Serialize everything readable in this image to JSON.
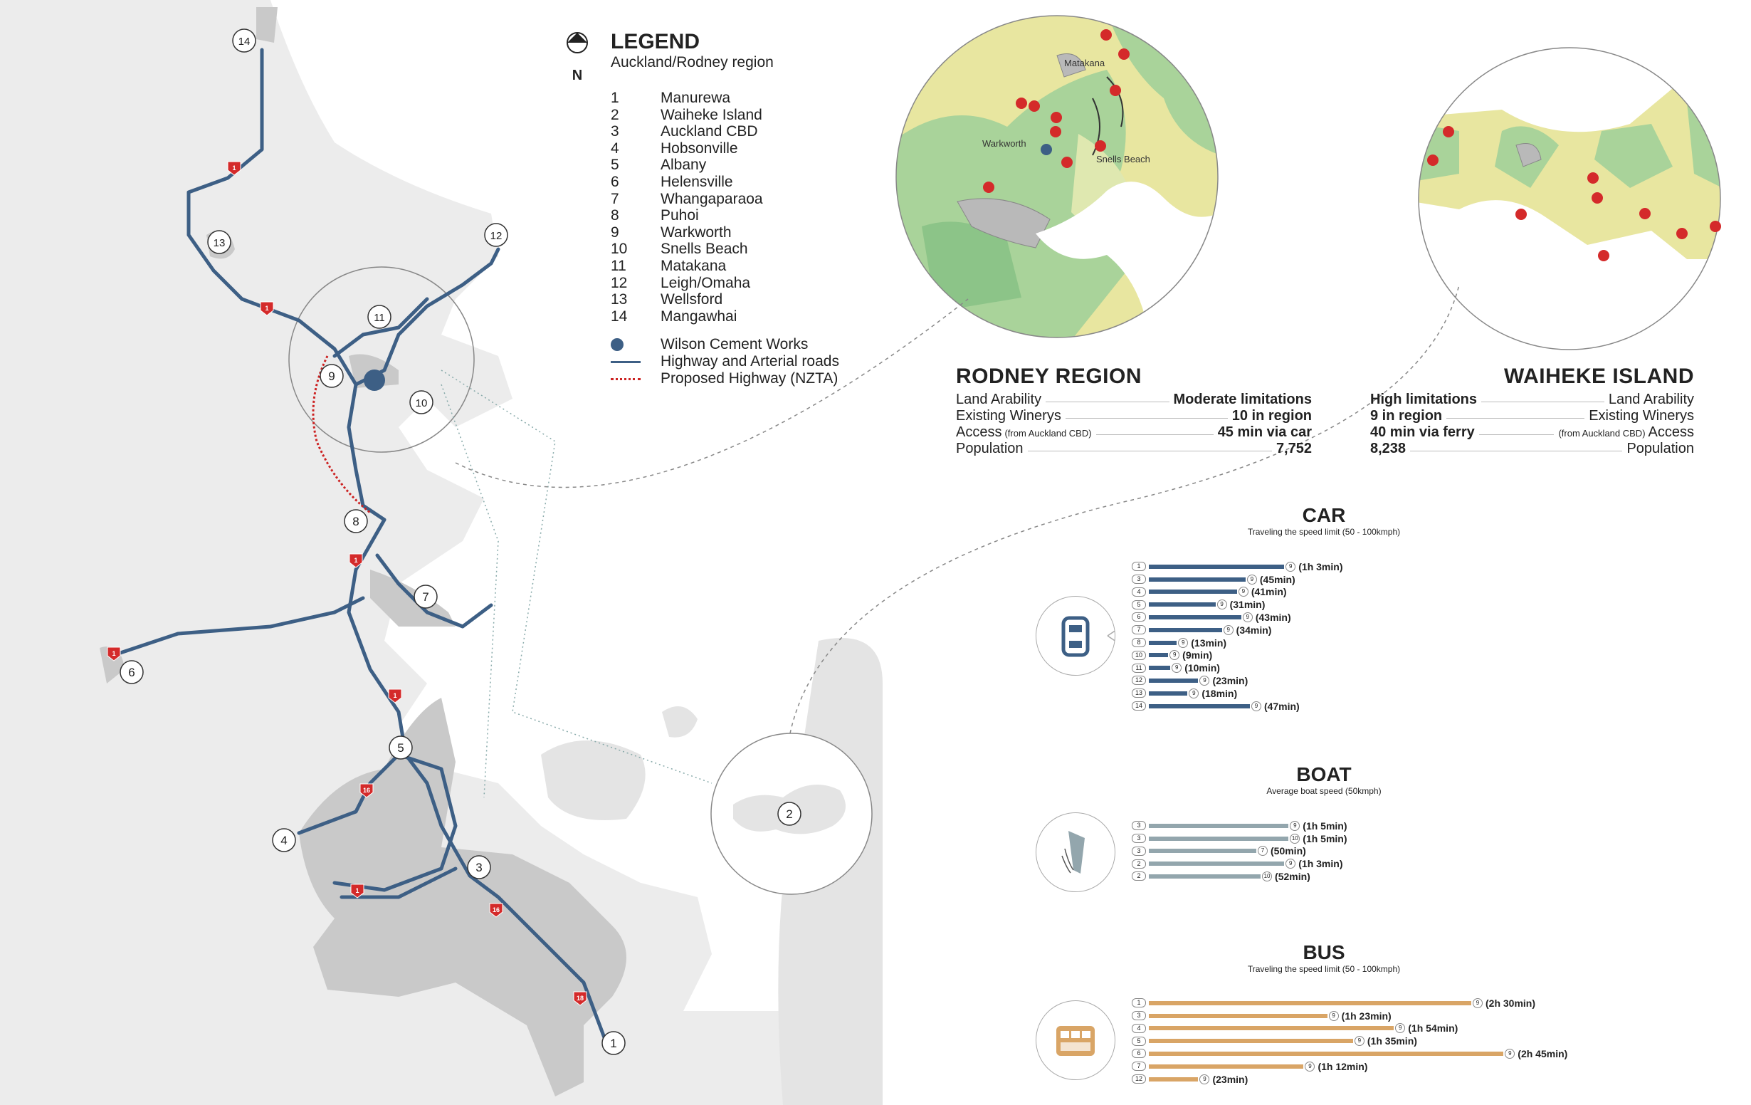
{
  "legend": {
    "title": "LEGEND",
    "subtitle": "Auckland/Rodney region",
    "north_label": "N",
    "places": [
      {
        "num": "1",
        "name": "Manurewa"
      },
      {
        "num": "2",
        "name": "Waiheke Island"
      },
      {
        "num": "3",
        "name": "Auckland CBD"
      },
      {
        "num": "4",
        "name": "Hobsonville"
      },
      {
        "num": "5",
        "name": "Albany"
      },
      {
        "num": "6",
        "name": "Helensville"
      },
      {
        "num": "7",
        "name": "Whangaparaoa"
      },
      {
        "num": "8",
        "name": "Puhoi"
      },
      {
        "num": "9",
        "name": "Warkworth"
      },
      {
        "num": "10",
        "name": "Snells Beach"
      },
      {
        "num": "11",
        "name": "Matakana"
      },
      {
        "num": "12",
        "name": "Leigh/Omaha"
      },
      {
        "num": "13",
        "name": "Wellsford"
      },
      {
        "num": "14",
        "name": "Mangawhai"
      }
    ],
    "symbols": {
      "cement": "Wilson Cement Works",
      "highway": "Highway and Arterial roads",
      "proposed": "Proposed Highway (NZTA)"
    }
  },
  "map": {
    "highway_shields": [
      "1",
      "1",
      "1",
      "1",
      "1",
      "1",
      "16",
      "16",
      "18"
    ],
    "markers": [
      "14",
      "13",
      "12",
      "11",
      "9",
      "10",
      "8",
      "7",
      "6",
      "5",
      "4",
      "3",
      "1",
      "2"
    ],
    "rodney_inset_labels": [
      "Matakana",
      "Warkworth",
      "Snells Beach"
    ]
  },
  "rodney": {
    "title": "RODNEY REGION",
    "rows": [
      {
        "label": "Land Arability",
        "small": "",
        "value": "Moderate limitations"
      },
      {
        "label": "Existing Winerys",
        "small": "",
        "value": "10 in region"
      },
      {
        "label": "Access",
        "small": "(from Auckland CBD)",
        "value": "45 min via car"
      },
      {
        "label": "Population",
        "small": "",
        "value": "7,752"
      }
    ]
  },
  "waiheke": {
    "title": "WAIHEKE ISLAND",
    "rows": [
      {
        "label": "Land Arability",
        "small": "",
        "value": "High limitations"
      },
      {
        "label": "Existing Winerys",
        "small": "",
        "value": "9 in region"
      },
      {
        "label": "Access",
        "small": "(from Auckland CBD)",
        "value": "40 min via ferry"
      },
      {
        "label": "Population",
        "small": "",
        "value": "8,238"
      }
    ]
  },
  "transport": {
    "car": {
      "title": "CAR",
      "subtitle": "Traveling the speed limit (50 - 100kmph)",
      "color": "#3d5f85",
      "rows": [
        {
          "from": "1",
          "to": "9",
          "time": "(1h 3min)",
          "minutes": 63
        },
        {
          "from": "3",
          "to": "9",
          "time": "(45min)",
          "minutes": 45
        },
        {
          "from": "4",
          "to": "9",
          "time": "(41min)",
          "minutes": 41
        },
        {
          "from": "5",
          "to": "9",
          "time": "(31min)",
          "minutes": 31
        },
        {
          "from": "6",
          "to": "9",
          "time": "(43min)",
          "minutes": 43
        },
        {
          "from": "7",
          "to": "9",
          "time": "(34min)",
          "minutes": 34
        },
        {
          "from": "8",
          "to": "9",
          "time": "(13min)",
          "minutes": 13
        },
        {
          "from": "10",
          "to": "9",
          "time": "(9min)",
          "minutes": 9
        },
        {
          "from": "11",
          "to": "9",
          "time": "(10min)",
          "minutes": 10
        },
        {
          "from": "12",
          "to": "9",
          "time": "(23min)",
          "minutes": 23
        },
        {
          "from": "13",
          "to": "9",
          "time": "(18min)",
          "minutes": 18
        },
        {
          "from": "14",
          "to": "9",
          "time": "(47min)",
          "minutes": 47
        }
      ]
    },
    "boat": {
      "title": "BOAT",
      "subtitle": "Average boat speed (50kmph)",
      "color": "#93a6ad",
      "rows": [
        {
          "from": "3",
          "to": "9",
          "time": "(1h 5min)",
          "minutes": 65
        },
        {
          "from": "3",
          "to": "10",
          "time": "(1h 5min)",
          "minutes": 65
        },
        {
          "from": "3",
          "to": "7",
          "time": "(50min)",
          "minutes": 50
        },
        {
          "from": "2",
          "to": "9",
          "time": "(1h 3min)",
          "minutes": 63
        },
        {
          "from": "2",
          "to": "10",
          "time": "(52min)",
          "minutes": 52
        }
      ]
    },
    "bus": {
      "title": "BUS",
      "subtitle": "Traveling the speed limit (50 - 100kmph)",
      "color": "#d9a566",
      "rows": [
        {
          "from": "1",
          "to": "9",
          "time": "(2h 30min)",
          "minutes": 150
        },
        {
          "from": "3",
          "to": "9",
          "time": "(1h 23min)",
          "minutes": 83
        },
        {
          "from": "4",
          "to": "9",
          "time": "(1h 54min)",
          "minutes": 114
        },
        {
          "from": "5",
          "to": "9",
          "time": "(1h 35min)",
          "minutes": 95
        },
        {
          "from": "6",
          "to": "9",
          "time": "(2h 45min)",
          "minutes": 165
        },
        {
          "from": "7",
          "to": "9",
          "time": "(1h 12min)",
          "minutes": 72
        },
        {
          "from": "12",
          "to": "9",
          "time": "(23min)",
          "minutes": 23
        }
      ]
    }
  },
  "colors": {
    "road": "#3d5f85",
    "proposed": "#cc2222",
    "urban": "#c9c9c9",
    "land": "#ececec",
    "winery": "#d42a2a",
    "inset_green": "#a9d39a",
    "inset_yellow": "#e8e6a0"
  }
}
